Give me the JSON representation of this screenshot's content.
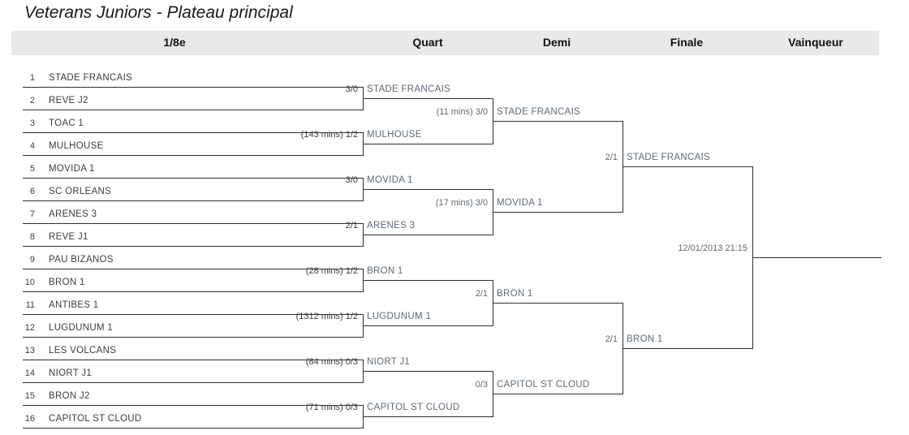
{
  "title": "Veterans Juniors - Plateau principal",
  "rounds": [
    "1/8e",
    "Quart",
    "Demi",
    "Finale",
    "Vainqueur"
  ],
  "r16": {
    "teams": [
      {
        "seed": "1",
        "name": "STADE FRANCAIS"
      },
      {
        "seed": "2",
        "name": "REVE J2"
      },
      {
        "seed": "3",
        "name": "TOAC 1"
      },
      {
        "seed": "4",
        "name": "MULHOUSE"
      },
      {
        "seed": "5",
        "name": "MOVIDA 1"
      },
      {
        "seed": "6",
        "name": "SC ORLEANS"
      },
      {
        "seed": "7",
        "name": "ARENES 3"
      },
      {
        "seed": "8",
        "name": "REVE J1"
      },
      {
        "seed": "9",
        "name": "PAU BIZANOS"
      },
      {
        "seed": "10",
        "name": "BRON 1"
      },
      {
        "seed": "11",
        "name": "ANTIBES 1"
      },
      {
        "seed": "12",
        "name": "LUGDUNUM 1"
      },
      {
        "seed": "13",
        "name": "LES VOLCANS"
      },
      {
        "seed": "14",
        "name": "NIORT J1"
      },
      {
        "seed": "15",
        "name": "BRON J2"
      },
      {
        "seed": "16",
        "name": "CAPITOL ST CLOUD"
      }
    ],
    "scores": [
      "3/0",
      "(143 mins) 1/2",
      "3/0",
      "2/1",
      "(28 mins) 1/2",
      "(1312 mins) 1/2",
      "(84 mins) 0/3",
      "(71 mins) 0/3"
    ]
  },
  "quart": {
    "teams": [
      "STADE FRANCAIS",
      "MULHOUSE",
      "MOVIDA 1",
      "ARENES 3",
      "BRON 1",
      "LUGDUNUM 1",
      "NIORT J1",
      "CAPITOL ST CLOUD"
    ],
    "scores": [
      "(11 mins) 3/0",
      "(17 mins) 3/0",
      "2/1",
      "0/3"
    ]
  },
  "demi": {
    "teams": [
      "STADE FRANCAIS",
      "MOVIDA 1",
      "BRON 1",
      "CAPITOL ST CLOUD"
    ],
    "scores": [
      "2/1",
      "2/1"
    ]
  },
  "finale": {
    "teams": [
      "STADE FRANCAIS",
      "BRON 1"
    ],
    "schedule": "12/01/2013 21:15"
  },
  "colors": {
    "line": "#2e2e2e",
    "r16_text": "#3d3d3d",
    "advanced_text": "#5e6a75",
    "header_bg": "#e9e9e9"
  }
}
